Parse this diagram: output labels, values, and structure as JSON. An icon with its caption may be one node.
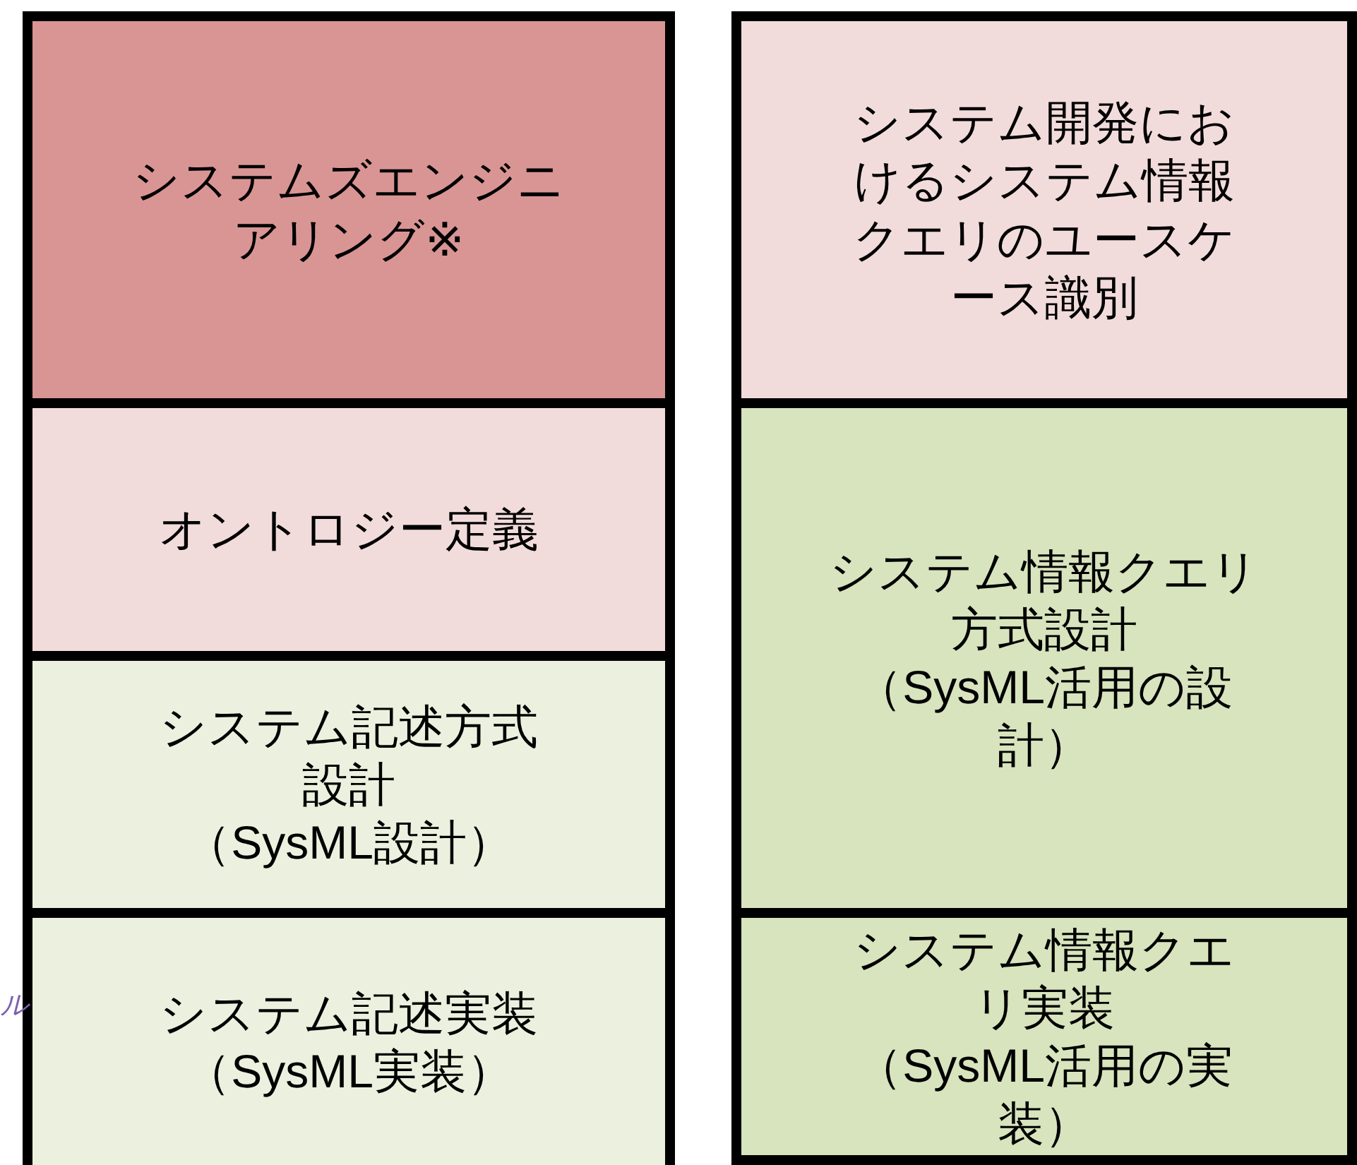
{
  "diagram": {
    "nodes": [
      {
        "text": [
          "システムズエンジニアリング※"
        ]
      },
      {
        "text": [
          "オントロジー定義"
        ]
      },
      {
        "text": [
          "システム記述方式設計",
          "（SysML設計）"
        ]
      },
      {
        "text": [
          "システム記述実装",
          "（SysML実装）"
        ]
      },
      {
        "text": [
          "システム開発におけるシステム情報クエリのユースケース識別"
        ]
      },
      {
        "text": [
          "システム情報クエリ方式設計",
          "（SysML活用の設計）"
        ]
      },
      {
        "text": [
          "システム情報クエリ実装",
          "（SysML活用の実装）"
        ]
      }
    ],
    "labels": [
      "ル"
    ]
  }
}
